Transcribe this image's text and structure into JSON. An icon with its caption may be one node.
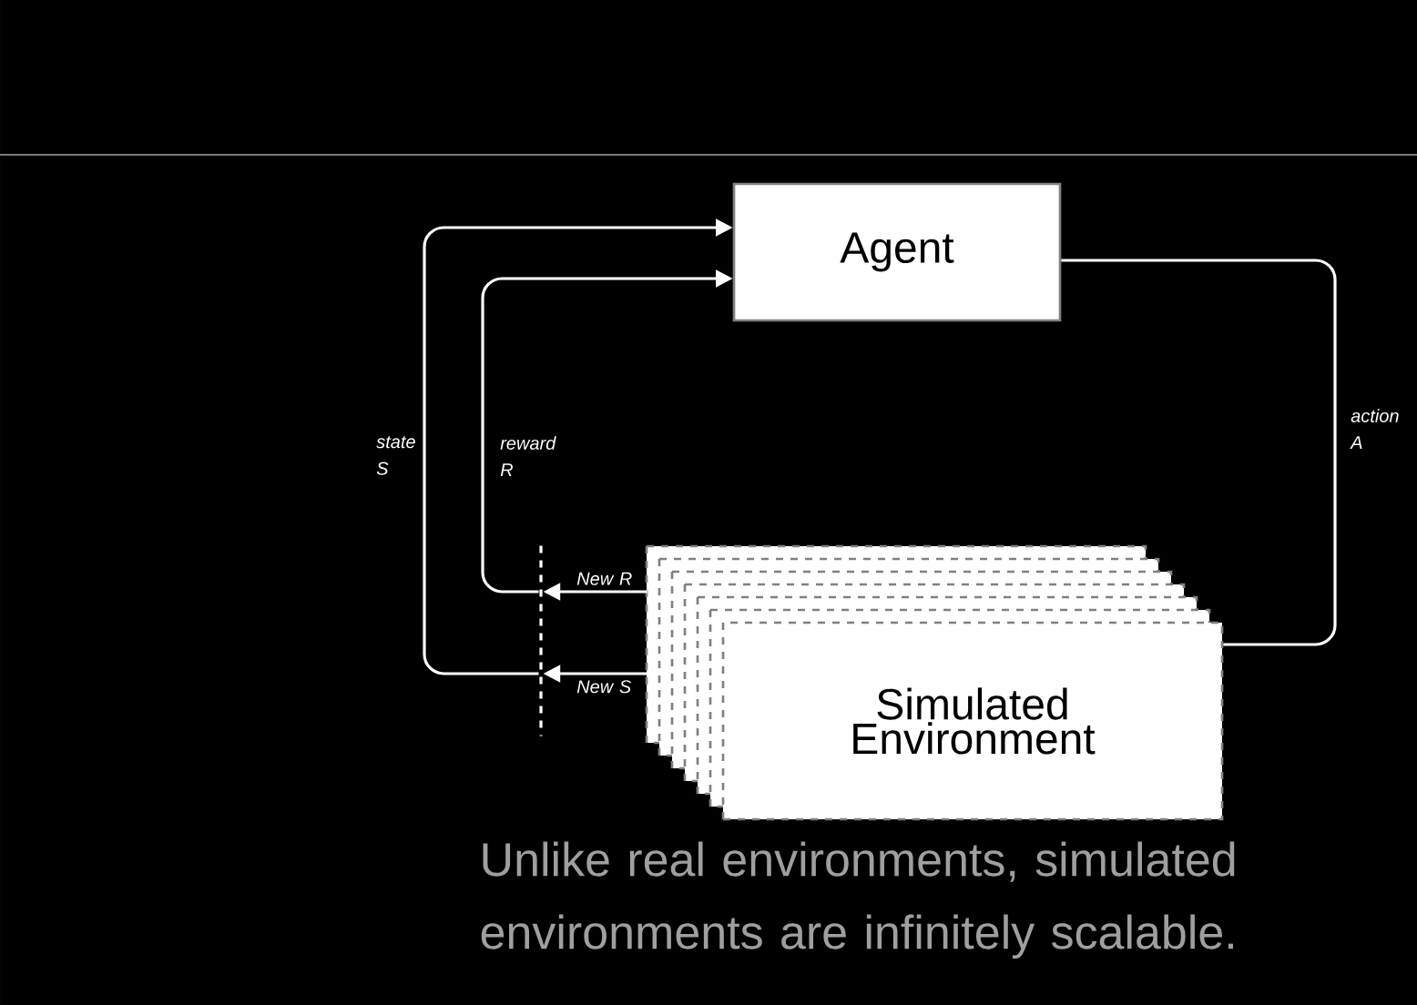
{
  "diagram": {
    "caption": "Unlike real environments, simulated environments are infinitely scalable.",
    "nodes": [
      {
        "text": [
          "Agent"
        ]
      },
      {
        "text": [
          "Simulated Environment"
        ]
      },
      {
        "text": [],
        "shape": "bar"
      }
    ],
    "edges": [
      {
        "from": 1,
        "to": 2,
        "arrow": "to",
        "label": "New R"
      },
      {
        "from": 1,
        "to": 2,
        "arrow": "to",
        "label": "New S"
      },
      {
        "from": 2,
        "to": 0,
        "arrow": "to",
        "label": "reward R"
      },
      {
        "from": 2,
        "to": 0,
        "arrow": "to",
        "label": "state S"
      },
      {
        "from": 0,
        "to": 1,
        "arrow": "none",
        "label": "action A"
      }
    ]
  }
}
